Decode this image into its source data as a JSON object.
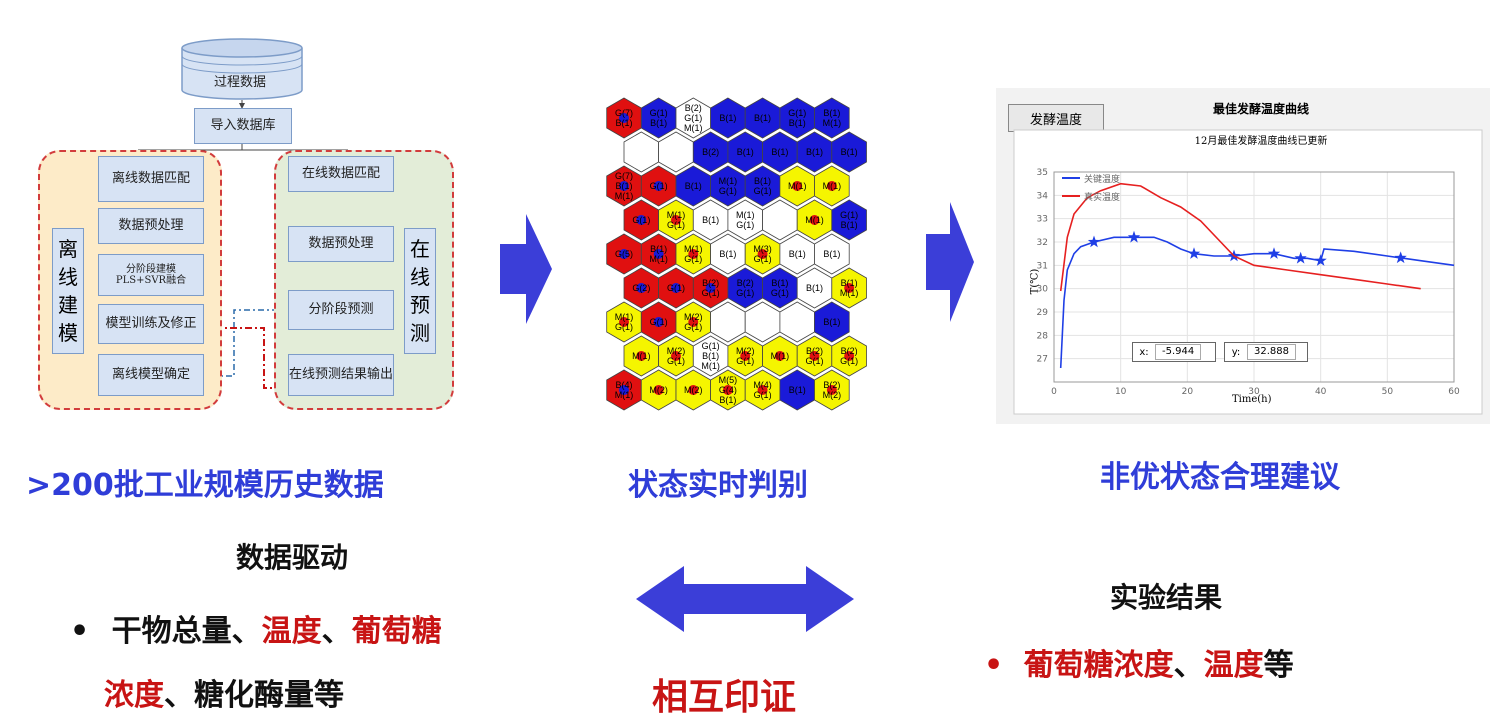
{
  "flowchart": {
    "db": "过程数据",
    "import": "导入数据库",
    "offline_steps": [
      "离线数据匹配",
      "数据预处理",
      "分阶段建模\nPLS+SVR融合",
      "模型训练及修正",
      "离线模型确定"
    ],
    "online_steps": [
      "在线数据匹配",
      "数据预处理",
      "分阶段预测",
      "在线预测结果输出"
    ],
    "offline_label": "离线建模",
    "online_label": "在线预测"
  },
  "hexgrid": {
    "cells": [
      {
        "c": "red",
        "t": "G(7)\nB(1)"
      },
      {
        "c": "blue",
        "t": "G(1)\nB(1)"
      },
      {
        "c": "white",
        "t": "B(2)\nG(1)\nM(1)"
      },
      {
        "c": "blue",
        "t": "B(1)"
      },
      {
        "c": "blue",
        "t": "B(1)"
      },
      {
        "c": "blue",
        "t": "G(1)\nB(1)"
      },
      {
        "c": "blue",
        "t": "B(1)\nM(1)"
      },
      {
        "c": "white",
        "t": ""
      },
      {
        "c": "white",
        "t": ""
      },
      {
        "c": "blue",
        "t": "B(2)"
      },
      {
        "c": "blue",
        "t": "B(1)"
      },
      {
        "c": "blue",
        "t": "B(1)"
      },
      {
        "c": "blue",
        "t": "B(1)"
      },
      {
        "c": "blue",
        "t": "B(1)"
      },
      {
        "c": "red",
        "t": "G(7)\nB(1)\nM(1)"
      },
      {
        "c": "red",
        "t": "G(1)"
      },
      {
        "c": "blue",
        "t": "B(1)"
      },
      {
        "c": "blue",
        "t": "M(1)\nG(1)"
      },
      {
        "c": "blue",
        "t": "B(1)\nG(1)"
      },
      {
        "c": "yellow",
        "t": "M(1)"
      },
      {
        "c": "yellow",
        "t": "M(1)"
      },
      {
        "c": "red",
        "t": "G(1)"
      },
      {
        "c": "yellow",
        "t": "M(1)\nG(1)"
      },
      {
        "c": "white",
        "t": "B(1)"
      },
      {
        "c": "white",
        "t": "M(1)\nG(1)"
      },
      {
        "c": "white",
        "t": ""
      },
      {
        "c": "yellow",
        "t": "M(1)"
      },
      {
        "c": "blue",
        "t": "G(1)\nB(1)"
      },
      {
        "c": "red",
        "t": "G(5)"
      },
      {
        "c": "red",
        "t": "B(1)\nM(1)"
      },
      {
        "c": "yellow",
        "t": "M(1)\nG(1)"
      },
      {
        "c": "white",
        "t": "B(1)"
      },
      {
        "c": "yellow",
        "t": "M(3)\nG(1)"
      },
      {
        "c": "white",
        "t": "B(1)"
      },
      {
        "c": "white",
        "t": "B(1)"
      },
      {
        "c": "red",
        "t": "G(2)"
      },
      {
        "c": "red",
        "t": "G(1)"
      },
      {
        "c": "red",
        "t": "B(2)\nG(1)"
      },
      {
        "c": "blue",
        "t": "B(2)\nG(1)"
      },
      {
        "c": "blue",
        "t": "B(1)\nG(1)"
      },
      {
        "c": "white",
        "t": "B(1)"
      },
      {
        "c": "yellow",
        "t": "B(1)\nM(1)"
      },
      {
        "c": "yellow",
        "t": "M(1)\nG(1)"
      },
      {
        "c": "red",
        "t": "G(1)"
      },
      {
        "c": "yellow",
        "t": "M(2)\nG(1)"
      },
      {
        "c": "white",
        "t": ""
      },
      {
        "c": "white",
        "t": ""
      },
      {
        "c": "white",
        "t": ""
      },
      {
        "c": "blue",
        "t": "B(1)"
      },
      {
        "c": "yellow",
        "t": "M(1)"
      },
      {
        "c": "yellow",
        "t": "M(2)\nG(1)"
      },
      {
        "c": "white",
        "t": "G(1)\nB(1)\nM(1)"
      },
      {
        "c": "yellow",
        "t": "M(2)\nG(1)"
      },
      {
        "c": "yellow",
        "t": "M(1)"
      },
      {
        "c": "yellow",
        "t": "B(2)\nG(1)"
      },
      {
        "c": "yellow",
        "t": "B(2)\nG(1)"
      },
      {
        "c": "red",
        "t": "B(4)\nM(1)"
      },
      {
        "c": "yellow",
        "t": "M(2)"
      },
      {
        "c": "yellow",
        "t": "M(2)"
      },
      {
        "c": "yellow",
        "t": "M(5)\nG(4)\nB(1)"
      },
      {
        "c": "yellow",
        "t": "M(4)\nG(1)"
      },
      {
        "c": "blue",
        "t": "B(1)"
      },
      {
        "c": "yellow",
        "t": "B(2)\nM(2)"
      }
    ]
  },
  "chart": {
    "button": "发酵温度",
    "title": "最佳发酵温度曲线",
    "subtitle": "12月最佳发酵温度曲线已更新",
    "ylabel": "T(℃)",
    "xlabel": "Time(h)",
    "legend": [
      "关键温度",
      "真实温度"
    ],
    "readout_x_label": "x:",
    "readout_x": "-5.944",
    "readout_y_label": "y:",
    "readout_y": "32.888"
  },
  "chart_data": {
    "type": "line",
    "title": "最佳发酵温度曲线",
    "subtitle": "12月最佳发酵温度曲线已更新",
    "xlabel": "Time(h)",
    "ylabel": "T(℃)",
    "xlim": [
      0,
      60
    ],
    "ylim": [
      26,
      35
    ],
    "xticks": [
      0,
      10,
      20,
      30,
      40,
      50,
      60
    ],
    "yticks": [
      27,
      28,
      29,
      30,
      31,
      32,
      33,
      34,
      35
    ],
    "grid": true,
    "legend_position": "top-left",
    "series": [
      {
        "name": "关键温度",
        "color": "#1f3fe6",
        "marker_x": [
          6,
          12,
          21,
          27,
          33,
          37,
          40,
          52
        ],
        "x": [
          1,
          1.5,
          2,
          3,
          4,
          6,
          9,
          12,
          15,
          17,
          19,
          21,
          24,
          27,
          30,
          33,
          36,
          38,
          40,
          40.5,
          45,
          50,
          55,
          60
        ],
        "y": [
          26.6,
          29.5,
          30.8,
          31.5,
          31.8,
          32.0,
          32.2,
          32.2,
          32.2,
          32.0,
          31.7,
          31.5,
          31.4,
          31.4,
          31.5,
          31.5,
          31.3,
          31.3,
          31.2,
          31.7,
          31.6,
          31.4,
          31.2,
          31.0
        ]
      },
      {
        "name": "真实温度",
        "color": "#e62020",
        "marker_x": [],
        "x": [
          1,
          2,
          3,
          5,
          7,
          10,
          13,
          16,
          19,
          22,
          25,
          27,
          30,
          35,
          40,
          45,
          50,
          55
        ],
        "y": [
          29.9,
          32.2,
          33.2,
          33.9,
          34.2,
          34.5,
          34.4,
          33.9,
          33.5,
          32.9,
          32.0,
          31.4,
          31.0,
          30.8,
          30.6,
          30.4,
          30.2,
          30.0
        ]
      }
    ]
  },
  "captions": {
    "left": ">200批工业规模历史数据",
    "middle": "状态实时判别",
    "right": "非优状态合理建议"
  },
  "bottom": {
    "heading": "数据驱动",
    "bullet": "•",
    "l1_a": "干物总量",
    "sep": "、",
    "l1_b": "温度",
    "l1_c": "葡萄糖",
    "l2_a": "浓度",
    "l2_b": "糖化酶量等",
    "center": "相互印证",
    "right_heading": "实验结果",
    "right_a": "葡萄糖浓度",
    "right_b": "温度",
    "right_c": "等"
  },
  "colors": {
    "caption_blue": "#2f3dd8",
    "arrow_blue": "#3b3ed8",
    "red_text": "#c81414"
  }
}
